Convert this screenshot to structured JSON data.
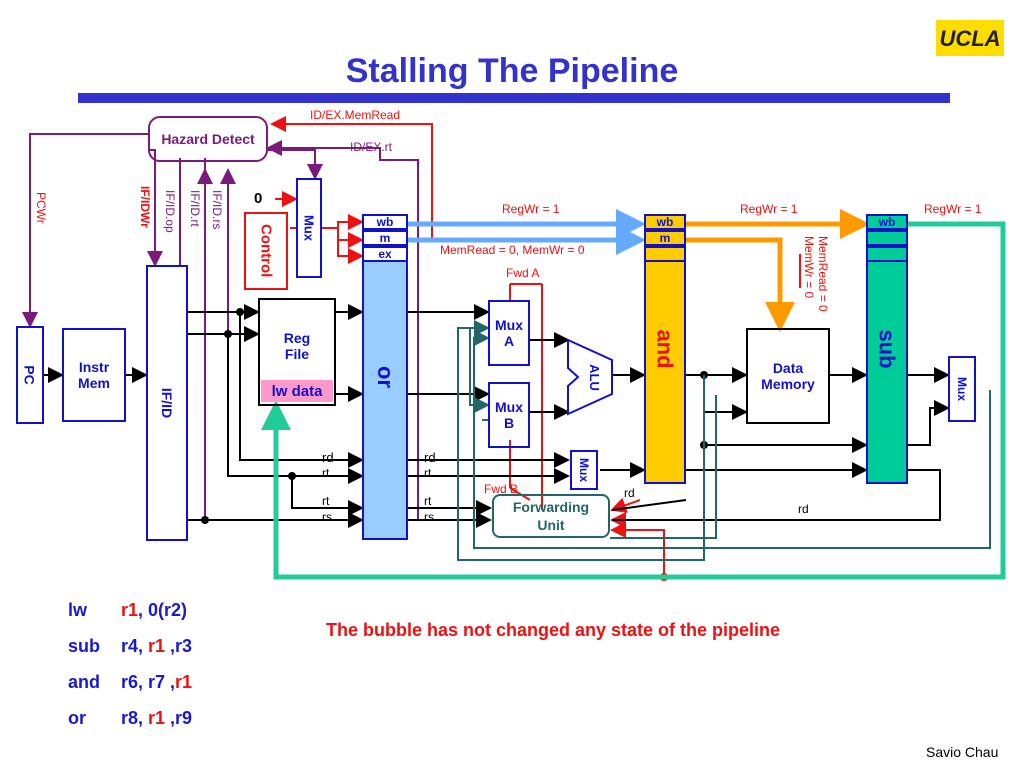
{
  "slide": {
    "title": "Stalling The Pipeline",
    "logo": "UCLA",
    "author": "Savio Chau",
    "bubble_note": "The bubble has not changed any state of the pipeline"
  },
  "blocks": {
    "hazard_detect": "Hazard Detect",
    "control": "Control",
    "mux_top": "Mux",
    "zero": "0",
    "pc": "PC",
    "instr_mem": "Instr\nMem",
    "if_id": "IF/ID",
    "reg_file": "Reg\nFile",
    "lw_data": "lw data",
    "id_ex_stage": "or",
    "id_ex_wb": "wb",
    "id_ex_m": "m",
    "id_ex_ex": "ex",
    "ex_mem_stage": "and",
    "ex_mem_wb": "wb",
    "ex_mem_m": "m",
    "mem_wb_stage": "sub",
    "mem_wb_wb": "wb",
    "mux_a": "Mux\nA",
    "mux_b": "Mux\nB",
    "mux_rd": "Mux",
    "alu": "ALU",
    "data_memory": "Data\nMemory",
    "mux_wb": "Mux",
    "forwarding_unit": "Forwarding\nUnit"
  },
  "signals": {
    "id_ex_memread": "ID/EX.MemRead",
    "id_ex_rt": "ID/EX.rt",
    "pcwr": "PCWr",
    "if_idwr": "IF/IDWr",
    "if_id_op": "IF/ID.op",
    "if_id_rt": "IF/ID.rt",
    "if_id_rs": "IF/ID.rs",
    "regwr_1a": "RegWr = 1",
    "regwr_1b": "RegWr = 1",
    "regwr_1c": "RegWr = 1",
    "memread_memwr_0": "MemRead = 0, MemWr = 0",
    "memread_0": "MemRead = 0",
    "memwr_0": "MemWr = 0",
    "fwd_a": "Fwd A",
    "fwd_b": "Fwd B",
    "rd1": "rd",
    "rt1": "rt",
    "rt2": "rt",
    "rs1": "rs",
    "rd2": "rd",
    "rt3": "rt",
    "rt4": "rt",
    "rs2": "rs",
    "rd3": "rd",
    "rd4": "rd"
  },
  "code": [
    {
      "op": "lw",
      "args": [
        {
          "t": "r1",
          "hl": true
        },
        {
          "t": ", 0(r2)",
          "hl": false
        }
      ]
    },
    {
      "op": "sub",
      "args": [
        {
          "t": "r4, ",
          "hl": false
        },
        {
          "t": "r1",
          "hl": true
        },
        {
          "t": " ,r3",
          "hl": false
        }
      ]
    },
    {
      "op": "and",
      "args": [
        {
          "t": "r6, r7 ,",
          "hl": false
        },
        {
          "t": "r1",
          "hl": true
        }
      ]
    },
    {
      "op": "or",
      "args": [
        {
          "t": "r8, ",
          "hl": false
        },
        {
          "t": "r1",
          "hl": true
        },
        {
          "t": " ,r9",
          "hl": false
        }
      ]
    }
  ],
  "colors": {
    "title": "#3333cc",
    "block_border": "#1111cc",
    "hazard": "#7a1a7a",
    "control_red": "#ee1111",
    "or_stage": "#99ccff",
    "and_stage": "#ffcc00",
    "sub_stage": "#00cc99",
    "forwarding": "#226666",
    "wb_green": "#22cc99",
    "orange": "#ff9900",
    "light_blue_arrow": "#66aaff"
  }
}
